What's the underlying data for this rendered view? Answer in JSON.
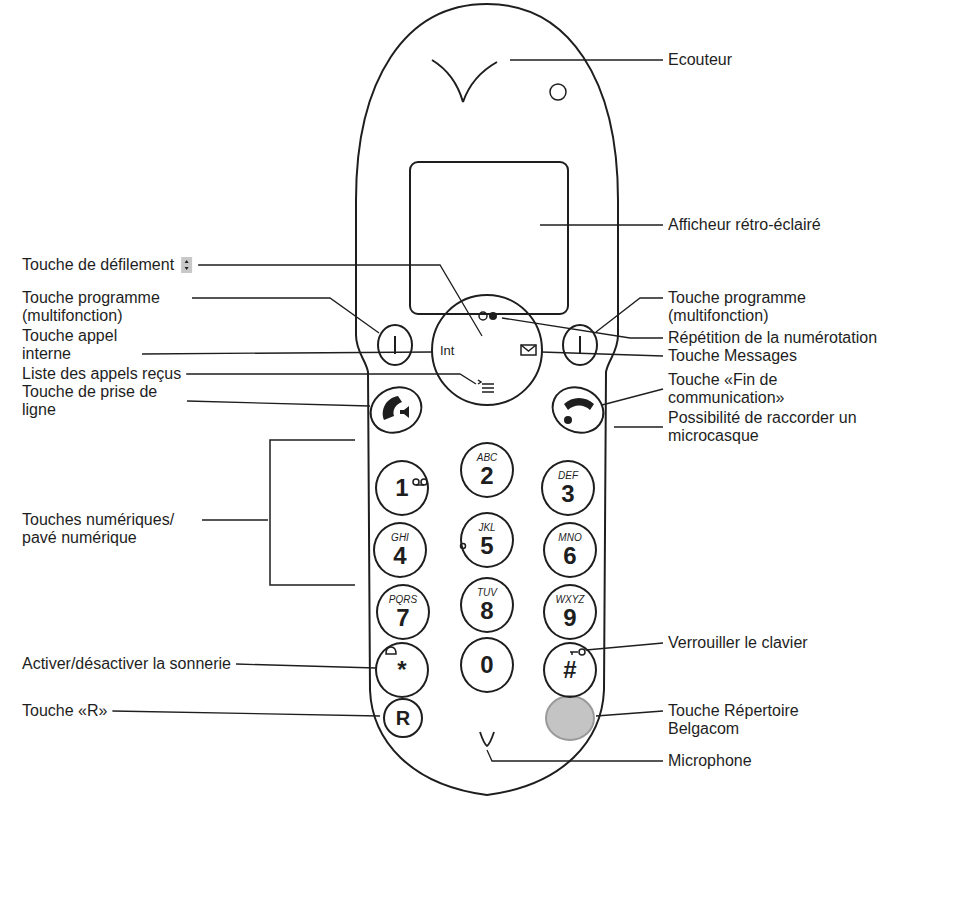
{
  "diagram": {
    "nodes": [
      {
        "text": [
          "Int"
        ]
      },
      {
        "text": [
          "1"
        ]
      },
      {
        "text": [
          "2",
          "ABC"
        ]
      },
      {
        "text": [
          "3",
          "DEF"
        ]
      },
      {
        "text": [
          "4",
          "GHI"
        ]
      },
      {
        "text": [
          "5",
          "JKL"
        ]
      },
      {
        "text": [
          "6",
          "MNO"
        ]
      },
      {
        "text": [
          "7",
          "PQRS"
        ]
      },
      {
        "text": [
          "8",
          "TUV"
        ]
      },
      {
        "text": [
          "9",
          "WXYZ"
        ]
      },
      {
        "text": [
          "*"
        ]
      },
      {
        "text": [
          "0"
        ]
      },
      {
        "text": [
          "#"
        ]
      },
      {
        "text": [
          "R"
        ]
      }
    ],
    "labels": [
      "Ecouteur",
      "Afficheur rétro-éclairé",
      "Touche de défilement",
      "Touche programme (multifonction)",
      "Touche programme (multifonction)",
      "Répétition de la numérotation",
      "Touche appel interne",
      "Touche Messages",
      "Liste des appels reçus",
      "Touche «Fin de communication»",
      "Touche de prise de ligne",
      "Possibilité de raccorder un microcasque",
      "Touches numériques/ pavé numérique",
      "Verrouiller le clavier",
      "Activer/désactiver la sonnerie",
      "Touche «R»",
      "Touche Répertoire Belgacom",
      "Microphone"
    ]
  }
}
